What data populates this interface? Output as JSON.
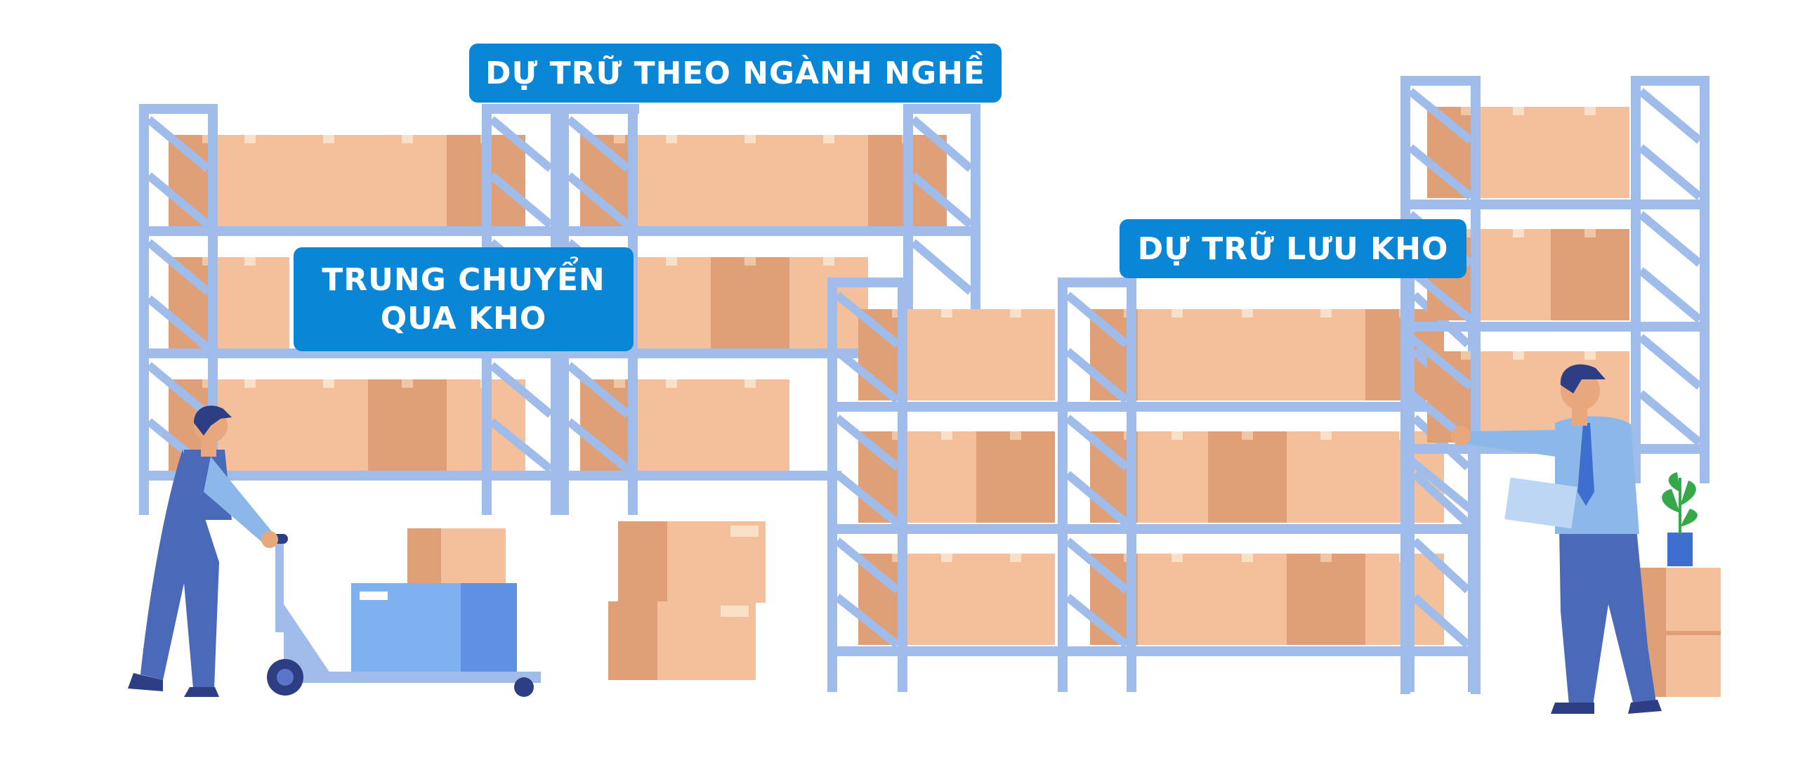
{
  "labels": {
    "industry_reserve": "DỰ TRỮ THEO NGÀNH NGHỀ",
    "cross_dock_line1": "TRUNG CHUYỂN",
    "cross_dock_line2": "QUA KHO",
    "warehouse_storage": "DỰ TRỮ LƯU KHO"
  },
  "colors": {
    "label_bg": "#0a86d6",
    "rack": "#9fbcea",
    "box_light": "#f3c09b",
    "box_dark": "#dfa077",
    "worker_blue": "#4a69b8",
    "shirt_light": "#8bb8e8"
  }
}
